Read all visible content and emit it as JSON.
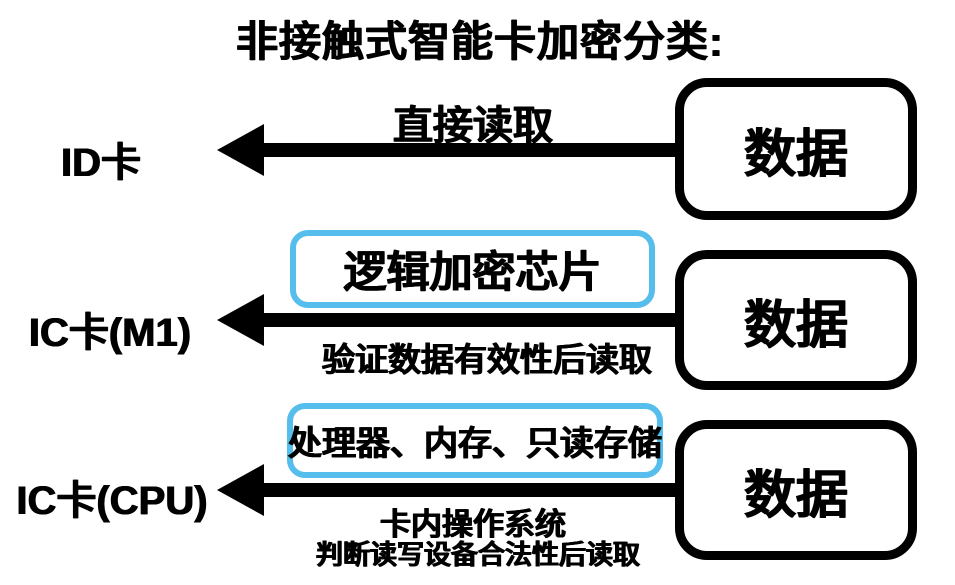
{
  "title": "非接触式智能卡加密分类:",
  "colors": {
    "ink": "#000000",
    "background": "#FFFFFF",
    "chip_border_blue": "#55BEEC"
  },
  "rows": [
    {
      "card": "ID卡",
      "arrow_label_above": "直接读取",
      "source_box": "数据"
    },
    {
      "card": "IC卡(M1)",
      "chip_box": "逻辑加密芯片",
      "arrow_label_below": "验证数据有效性后读取",
      "source_box": "数据"
    },
    {
      "card": "IC卡(CPU)",
      "chip_box": "处理器、内存、只读存储",
      "arrow_label_below_1": "卡内操作系统",
      "arrow_label_below_2": "判断读写设备合法性后读取",
      "source_box": "数据"
    }
  ]
}
